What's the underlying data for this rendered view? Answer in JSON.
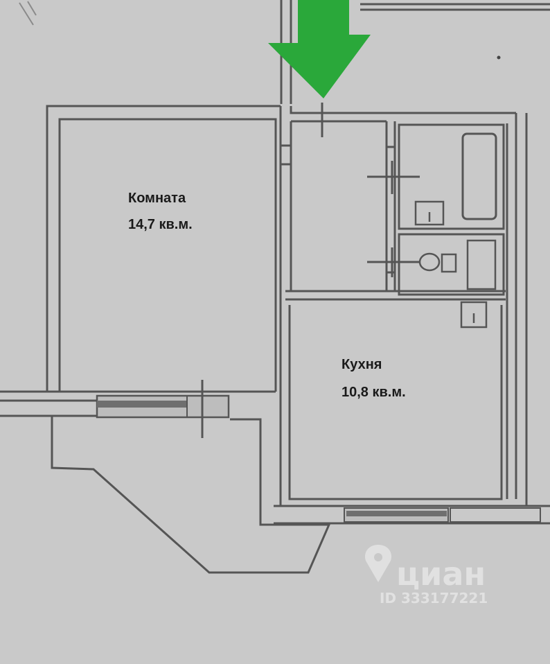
{
  "rooms": [
    {
      "id": "room",
      "name": "Комната",
      "area": "14,7 кв.м."
    },
    {
      "id": "kitchen",
      "name": "Кухня",
      "area": "10,8 кв.м."
    }
  ],
  "watermark": {
    "brand": "циан",
    "listing_id": "ID 333177221"
  },
  "colors": {
    "background": "#c9c9c9",
    "wall": "#555555",
    "entry_arrow": "#2aa83a"
  },
  "icons": {
    "entry_arrow": "arrow-down-icon",
    "watermark_pin": "location-pin-icon"
  }
}
